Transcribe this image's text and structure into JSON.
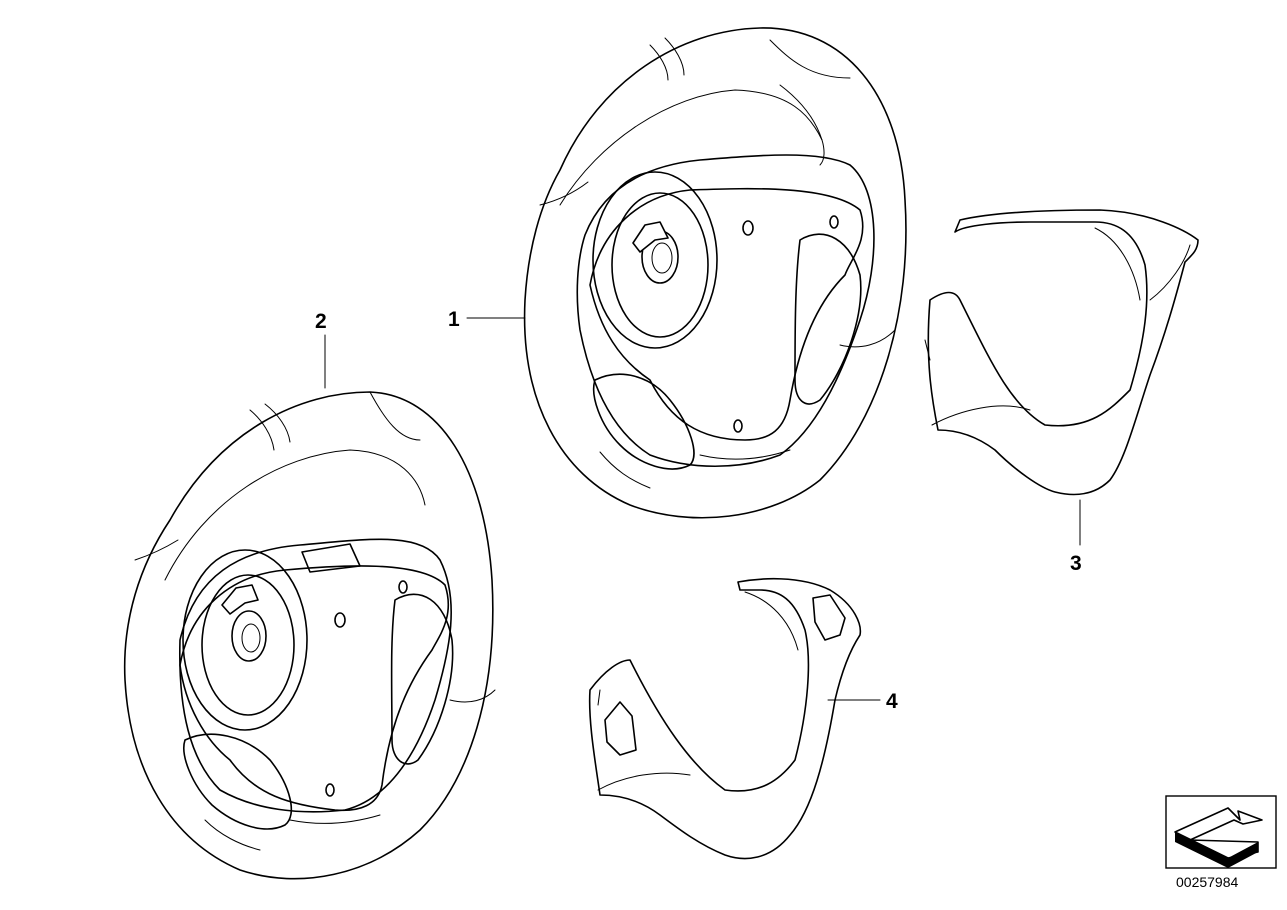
{
  "callouts": {
    "c1": "1",
    "c2": "2",
    "c3": "3",
    "c4": "4"
  },
  "diagram_id": "00257984",
  "icons": {
    "orientation": "orientation-arrow-icon"
  }
}
